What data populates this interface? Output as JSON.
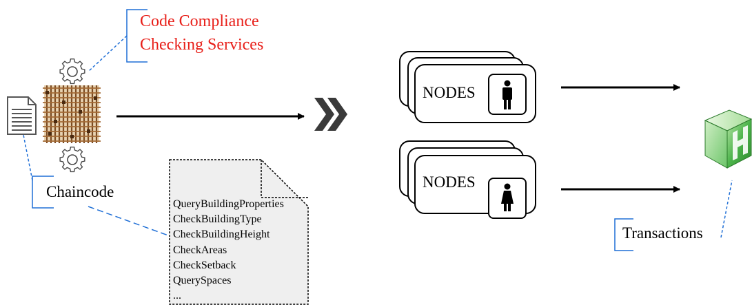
{
  "services_label": {
    "line1": "Code Compliance",
    "line2": "Checking Services"
  },
  "chaincode_label": "Chaincode",
  "functions": [
    "QueryBuildingProperties",
    "CheckBuildingType",
    "CheckBuildingHeight",
    "CheckAreas",
    "CheckSetback",
    "QuerySpaces",
    "..."
  ],
  "nodes": [
    {
      "label": "NODES",
      "icon": "man-icon"
    },
    {
      "label": "NODES",
      "icon": "woman-icon"
    }
  ],
  "transactions_label": "Transactions",
  "colors": {
    "accent_red": "#e8201a",
    "callout_blue": "#1f6fd6",
    "block_green": "#3fae3f",
    "paper_bg": "#efefef"
  }
}
